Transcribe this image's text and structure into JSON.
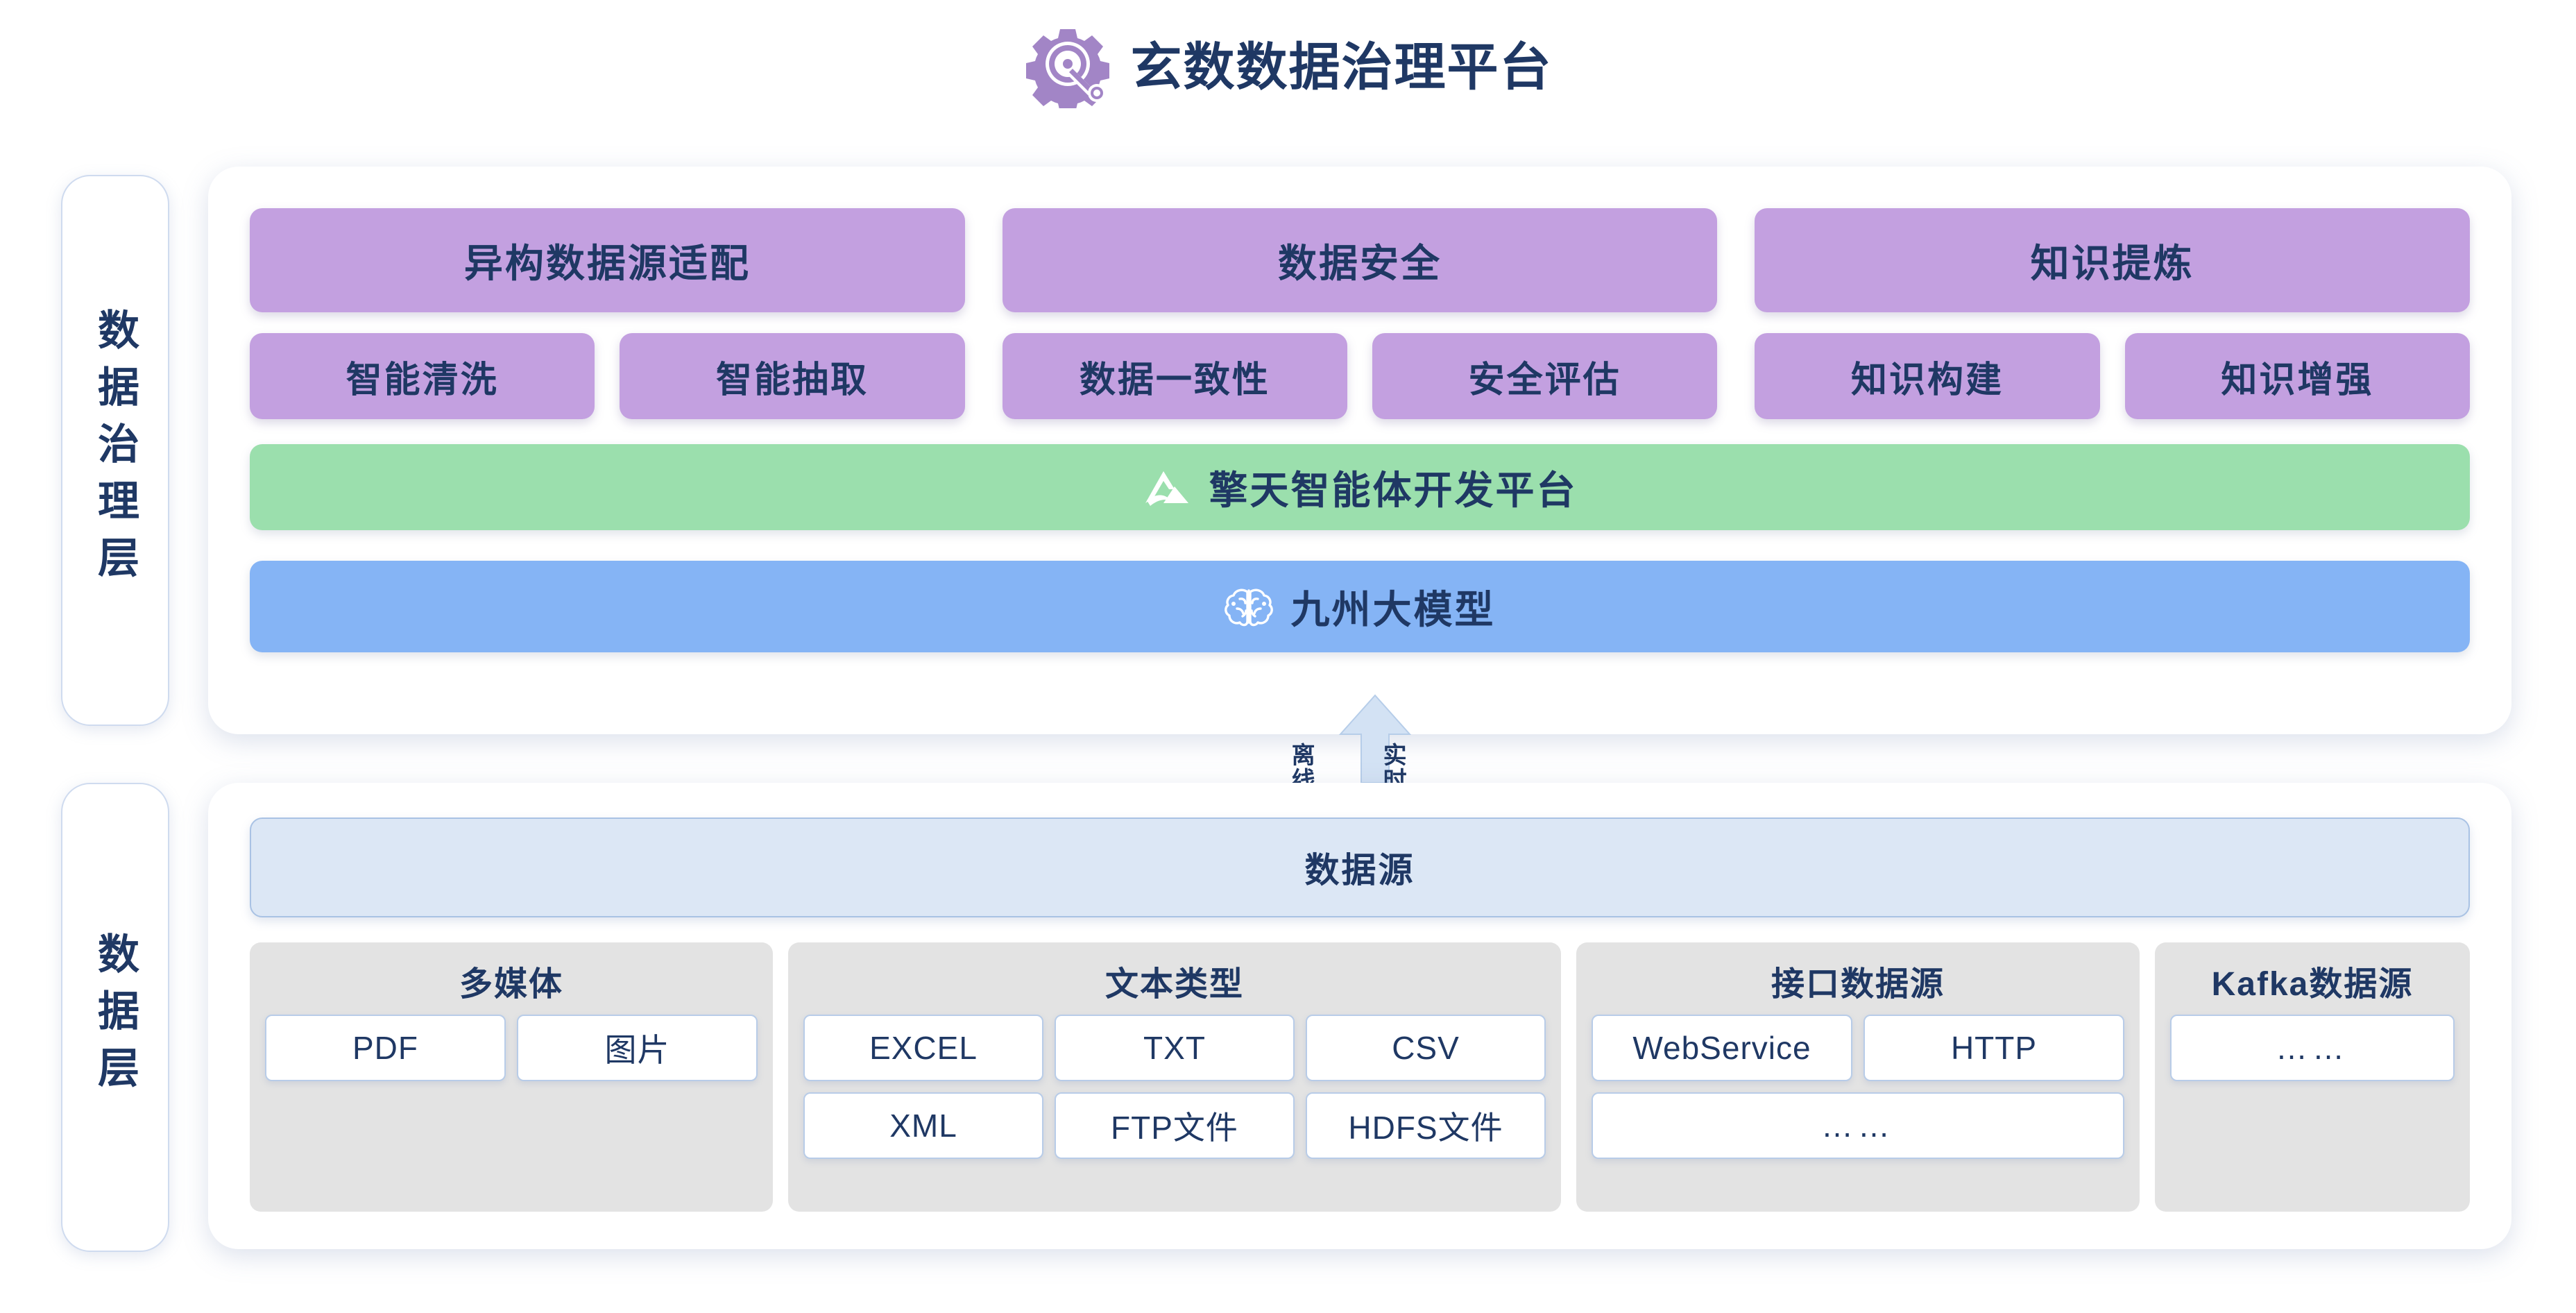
{
  "header": {
    "title": "玄数数据治理平台",
    "icon": "gear-search-icon",
    "icon_color": "#a285c6",
    "title_color": "#1f3864"
  },
  "layers": [
    {
      "id": "governance",
      "label": "数据治理层"
    },
    {
      "id": "data",
      "label": "数据层"
    }
  ],
  "governance_layer": {
    "groups": [
      {
        "title": "异构数据源适配",
        "items": [
          "智能清洗",
          "智能抽取"
        ]
      },
      {
        "title": "数据安全",
        "items": [
          "数据一致性",
          "安全评估"
        ]
      },
      {
        "title": "知识提炼",
        "items": [
          "知识构建",
          "知识增强"
        ]
      }
    ],
    "platform_bar": {
      "label": "擎天智能体开发平台",
      "icon": "mountain-icon",
      "color": "#9bdfad"
    },
    "model_bar": {
      "label": "九州大模型",
      "icon": "brain-icon",
      "color": "#85b4f5"
    },
    "box_color": "#c3a0e0"
  },
  "connector": {
    "direction": "up",
    "left_label": "离线",
    "right_label": "实时",
    "arrow_color": "#d3e2f4"
  },
  "data_layer": {
    "source_bar": {
      "label": "数据源",
      "color": "#dce7f5"
    },
    "cards": [
      {
        "title": "多媒体",
        "rows": [
          [
            "PDF",
            "图片"
          ]
        ]
      },
      {
        "title": "文本类型",
        "rows": [
          [
            "EXCEL",
            "TXT",
            "CSV"
          ],
          [
            "XML",
            "FTP文件",
            "HDFS文件"
          ]
        ]
      },
      {
        "title": "接口数据源",
        "rows": [
          [
            "WebService",
            "HTTP"
          ],
          [
            "……"
          ]
        ]
      },
      {
        "title": "Kafka数据源",
        "rows": [
          [
            "……"
          ]
        ]
      }
    ]
  }
}
